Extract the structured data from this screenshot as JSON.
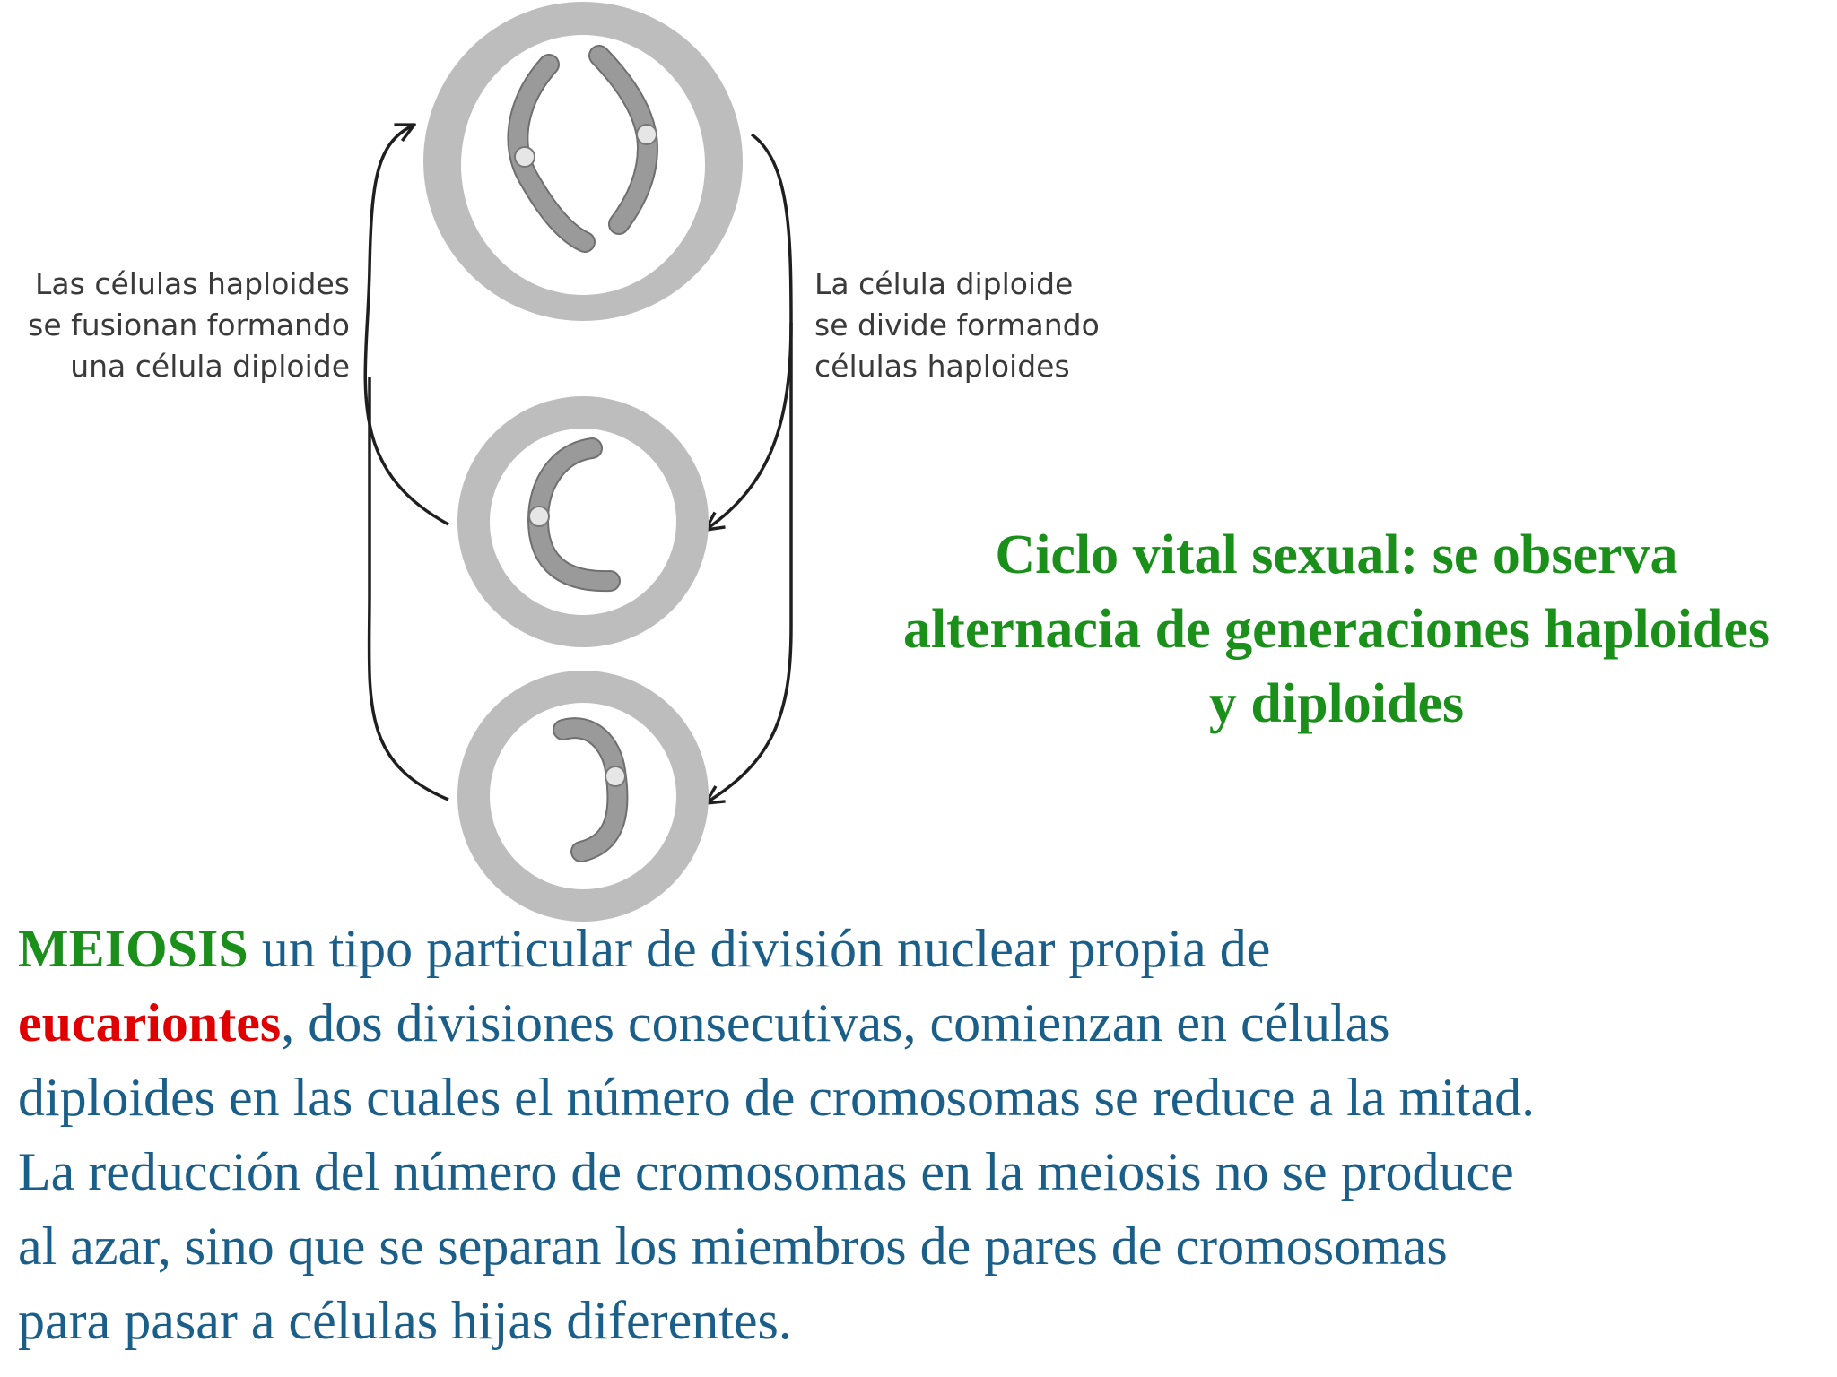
{
  "diagram": {
    "left_label": [
      "Las células haploides",
      "se fusionan formando",
      "una célula diploide"
    ],
    "right_label": [
      "La célula diploide",
      "se divide formando",
      "células haploides"
    ],
    "colors": {
      "cell_ring": "#bdbdbd",
      "cell_inner": "#ffffff",
      "chromosome": "#8c8c8c",
      "arrow": "#1f1f1f"
    }
  },
  "caption": {
    "lines": [
      "Ciclo vital sexual: se observa",
      "alternacia de generaciones haploides",
      "y diploides"
    ],
    "color": "#1a8f1a"
  },
  "paragraph": {
    "term1": "MEIOSIS",
    "line1_rest": " un tipo particular de división nuclear propia de",
    "term2": "eucariontes",
    "line2_rest": ", dos divisiones consecutivas, comienzan en células",
    "line3": "diploides en las cuales el número de cromosomas se reduce a la mitad.",
    "line4": "La reducción del número de cromosomas en la meiosis no se produce",
    "line5": "al azar, sino que se separan los miembros de pares de cromosomas",
    "line6": "para pasar a células hijas diferentes.",
    "colors": {
      "text": "#1a5e8a",
      "term1": "#1a8f1a",
      "term2": "#e00000"
    }
  }
}
